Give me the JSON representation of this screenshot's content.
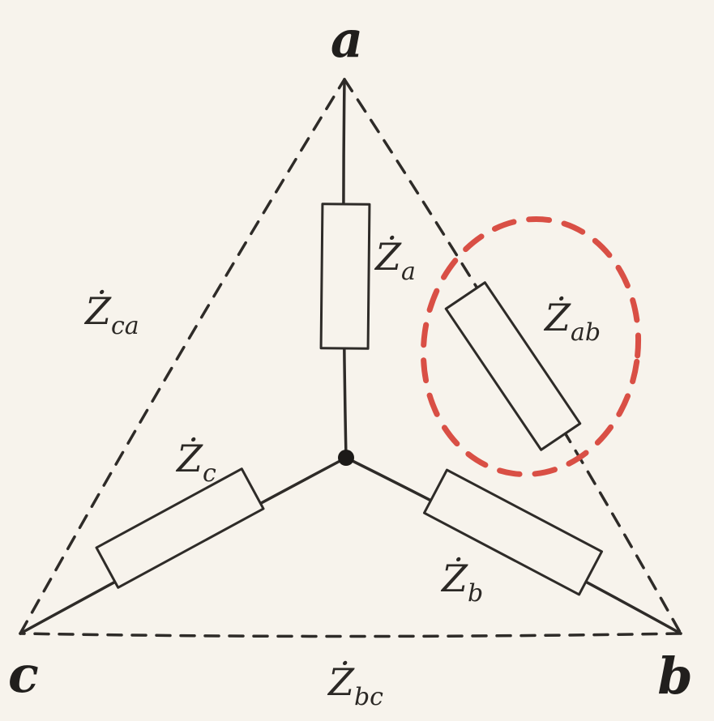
{
  "colors": {
    "background": "#f7f3ec",
    "ink": "#2e2b28",
    "highlight": "#d94f45"
  },
  "nodes": {
    "a": "a",
    "b": "b",
    "c": "c"
  },
  "impedances": {
    "z_a": {
      "base": "Ż",
      "sub": "a"
    },
    "z_b": {
      "base": "Ż",
      "sub": "b"
    },
    "z_c": {
      "base": "Ż",
      "sub": "c"
    },
    "z_ab": {
      "base": "Ż",
      "sub": "ab"
    },
    "z_bc": {
      "base": "Ż",
      "sub": "bc"
    },
    "z_ca": {
      "base": "Ż",
      "sub": "ca"
    }
  }
}
